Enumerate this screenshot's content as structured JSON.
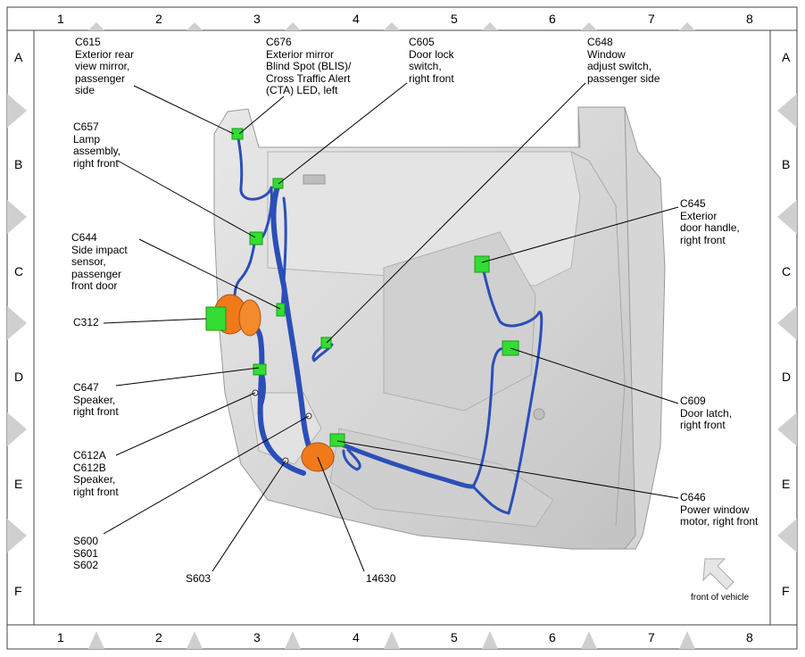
{
  "grid": {
    "columns": [
      "1",
      "2",
      "3",
      "4",
      "5",
      "6",
      "7",
      "8"
    ],
    "rows": [
      "A",
      "B",
      "C",
      "D",
      "E",
      "F"
    ]
  },
  "callouts": {
    "c615": [
      "C615",
      "Exterior rear",
      "view mirror,",
      "passenger",
      "side"
    ],
    "c676": [
      "C676",
      "Exterior mirror",
      "Blind Spot (BLIS)/",
      "Cross Traffic Alert",
      "(CTA) LED, left"
    ],
    "c605": [
      "C605",
      "Door lock",
      "switch,",
      "right front"
    ],
    "c648": [
      "C648",
      "Window",
      "adjust switch,",
      "passenger side"
    ],
    "c657": [
      "C657",
      "Lamp",
      "assembly,",
      "right front"
    ],
    "c644": [
      "C644",
      "Side impact",
      "sensor,",
      "passenger",
      "front door"
    ],
    "c312": [
      "C312"
    ],
    "c647": [
      "C647",
      "Speaker,",
      "right front"
    ],
    "c612": [
      "C612A",
      "C612B",
      "Speaker,",
      "right front"
    ],
    "s600": [
      "S600",
      "S601",
      "S602"
    ],
    "s603": [
      "S603"
    ],
    "n14630": [
      "14630"
    ],
    "c645": [
      "C645",
      "Exterior",
      "door handle,",
      "right front"
    ],
    "c609": [
      "C609",
      "Door latch,",
      "right front"
    ],
    "c646": [
      "C646",
      "Power window",
      "motor, right front"
    ]
  },
  "front_label": "front of vehicle",
  "colors": {
    "harness": "#2b4fb8",
    "connector": "#33dd33",
    "grommet": "#f07a1a",
    "panel": "#dcdcdc"
  }
}
